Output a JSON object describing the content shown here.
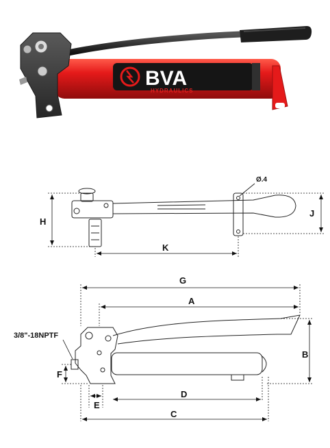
{
  "photo": {
    "brand": "BVA",
    "sub_brand": "HYDRAULICS",
    "colors": {
      "body": "#e51a1a",
      "handle": "#1a1a1a",
      "head": "#3a3a3a"
    }
  },
  "top_view": {
    "labels": {
      "hole": "Ø.4",
      "height": "H",
      "width": "J",
      "length": "K"
    }
  },
  "side_view": {
    "labels": {
      "overall": "G",
      "handle": "A",
      "height": "B",
      "port": "3/8\"-18NPTF",
      "port_height": "F",
      "port_offset": "E",
      "reservoir": "D",
      "base": "C"
    }
  }
}
